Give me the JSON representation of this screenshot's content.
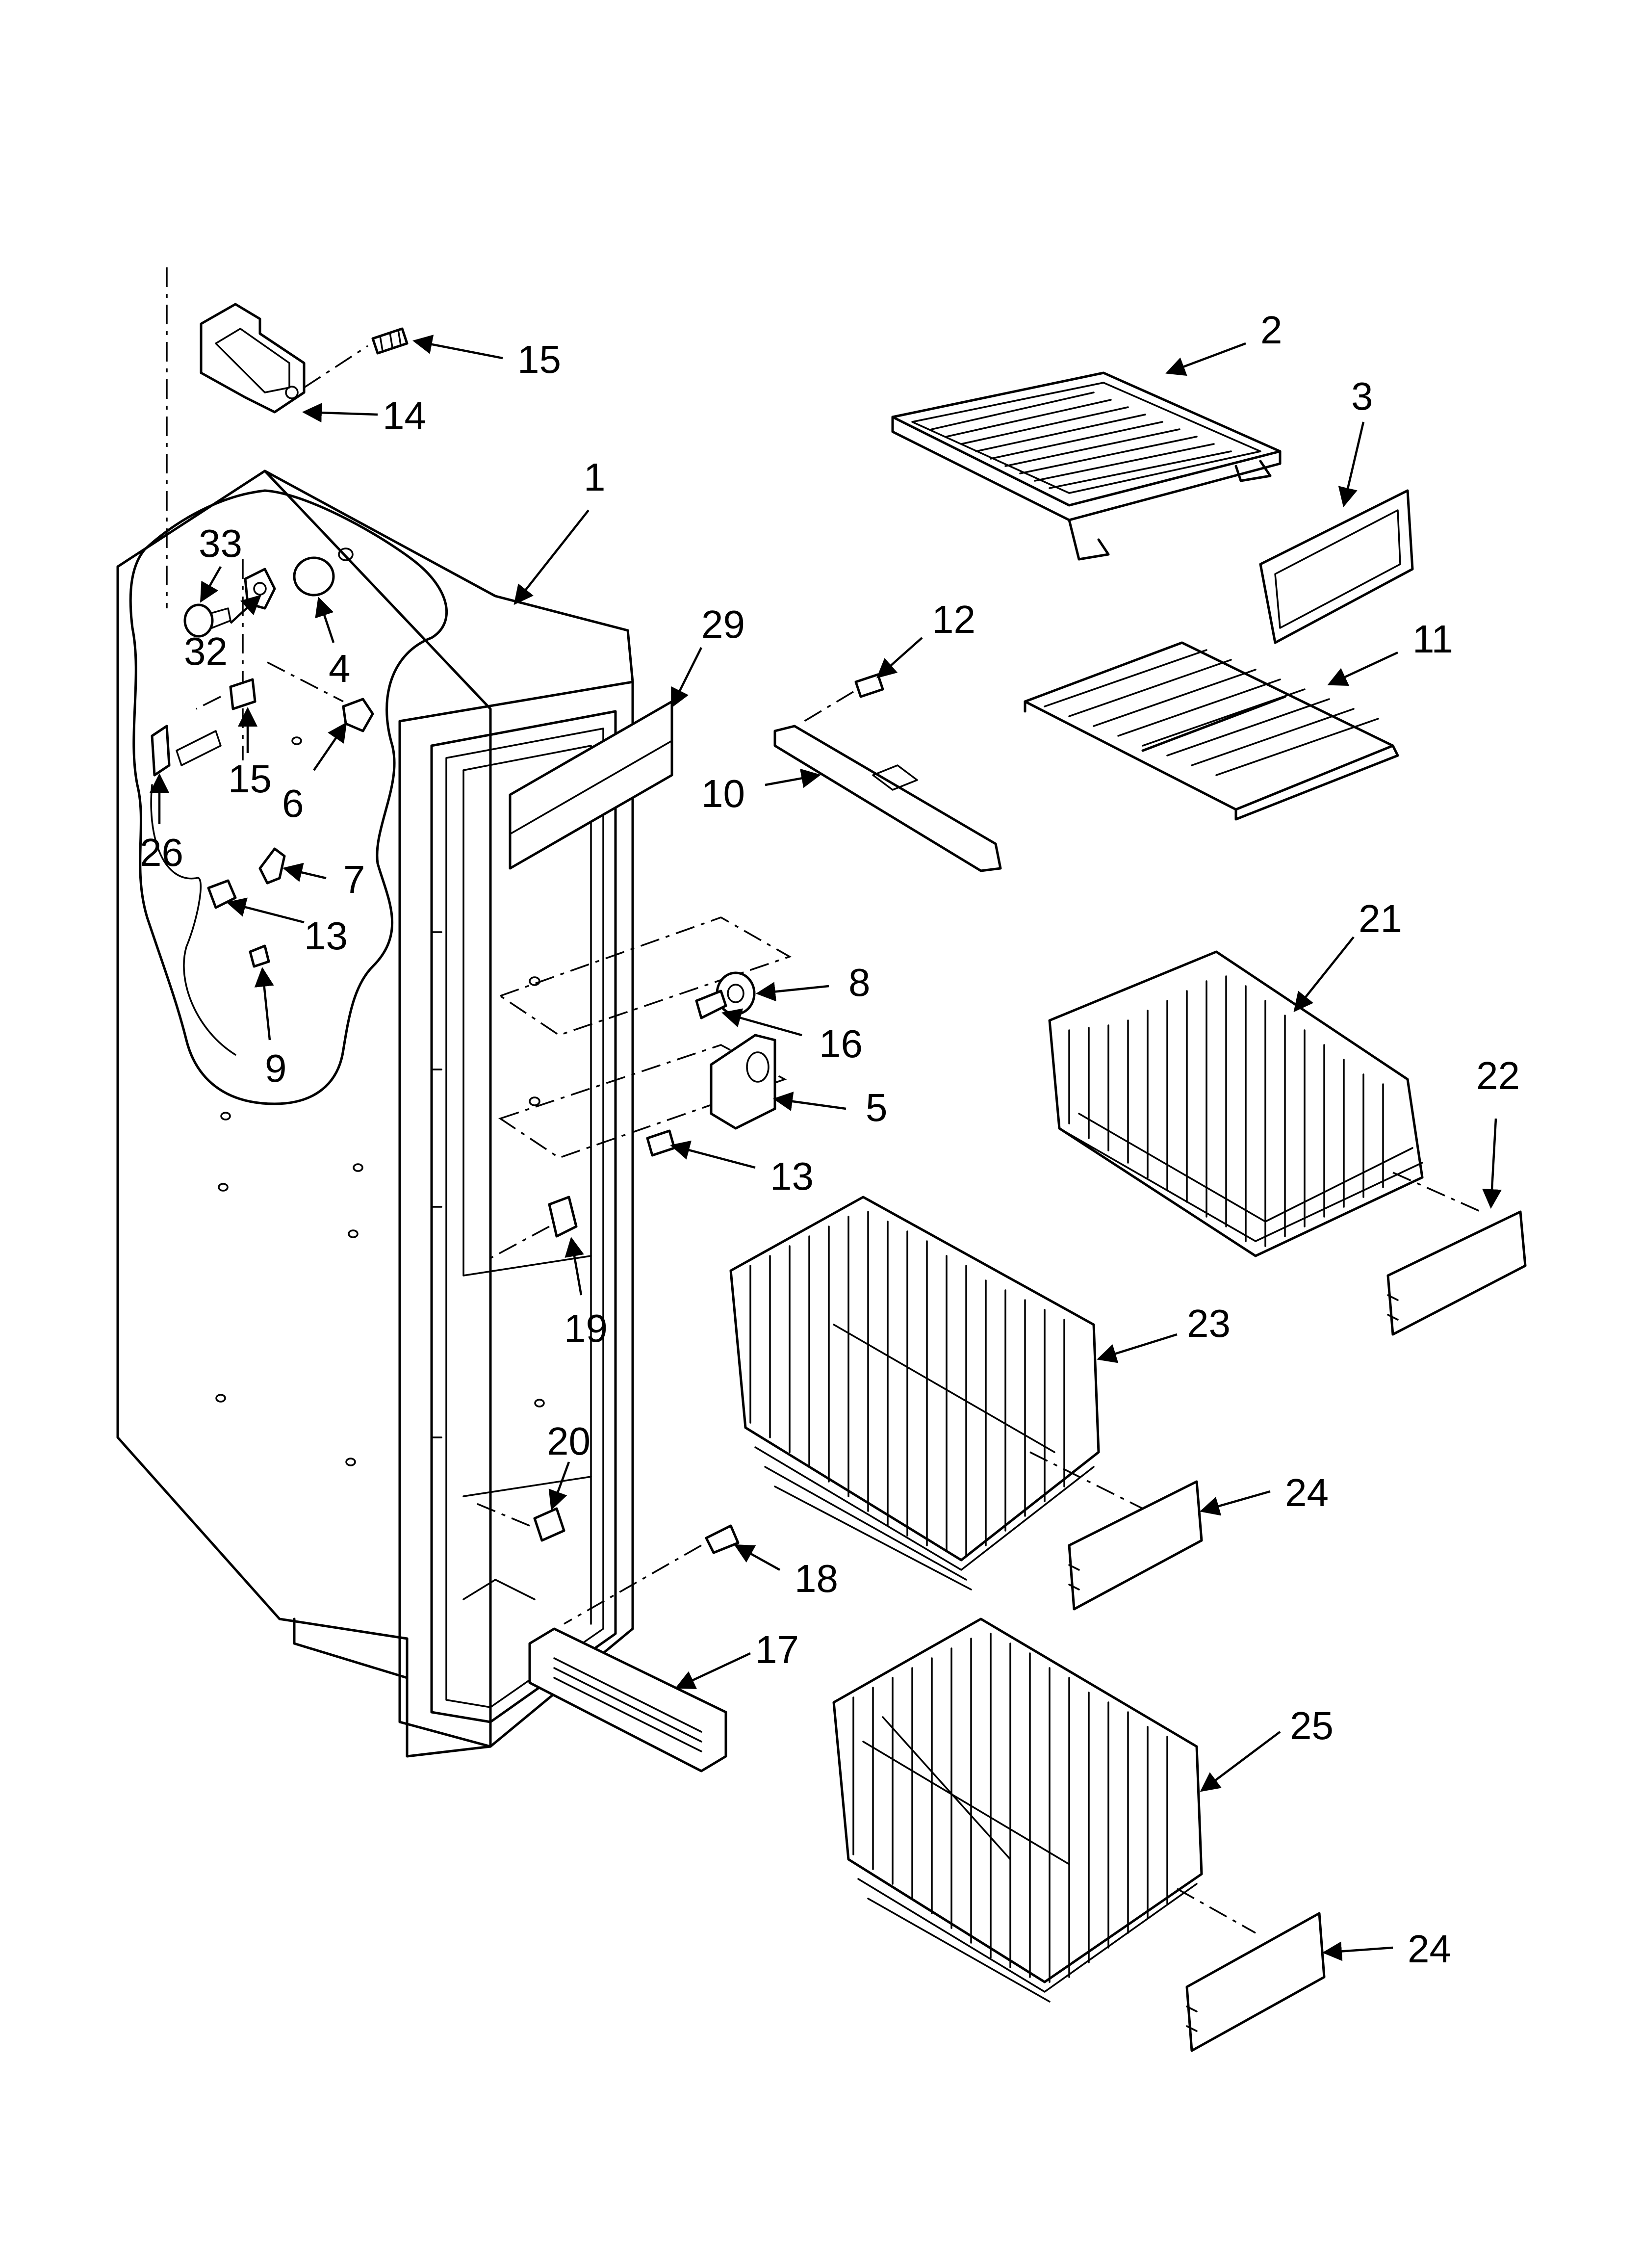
{
  "diagram": {
    "colors": {
      "line": "#000000",
      "background": "#ffffff"
    },
    "callouts": [
      {
        "label": "15"
      },
      {
        "label": "14"
      },
      {
        "label": "1"
      },
      {
        "label": "33"
      },
      {
        "label": "32"
      },
      {
        "label": "4"
      },
      {
        "label": "29"
      },
      {
        "label": "15"
      },
      {
        "label": "6"
      },
      {
        "label": "26"
      },
      {
        "label": "7"
      },
      {
        "label": "13"
      },
      {
        "label": "9"
      },
      {
        "label": "2"
      },
      {
        "label": "3"
      },
      {
        "label": "12"
      },
      {
        "label": "11"
      },
      {
        "label": "10"
      },
      {
        "label": "8"
      },
      {
        "label": "16"
      },
      {
        "label": "5"
      },
      {
        "label": "13"
      },
      {
        "label": "21"
      },
      {
        "label": "22"
      },
      {
        "label": "19"
      },
      {
        "label": "23"
      },
      {
        "label": "20"
      },
      {
        "label": "24"
      },
      {
        "label": "18"
      },
      {
        "label": "17"
      },
      {
        "label": "25"
      },
      {
        "label": "24"
      }
    ]
  }
}
